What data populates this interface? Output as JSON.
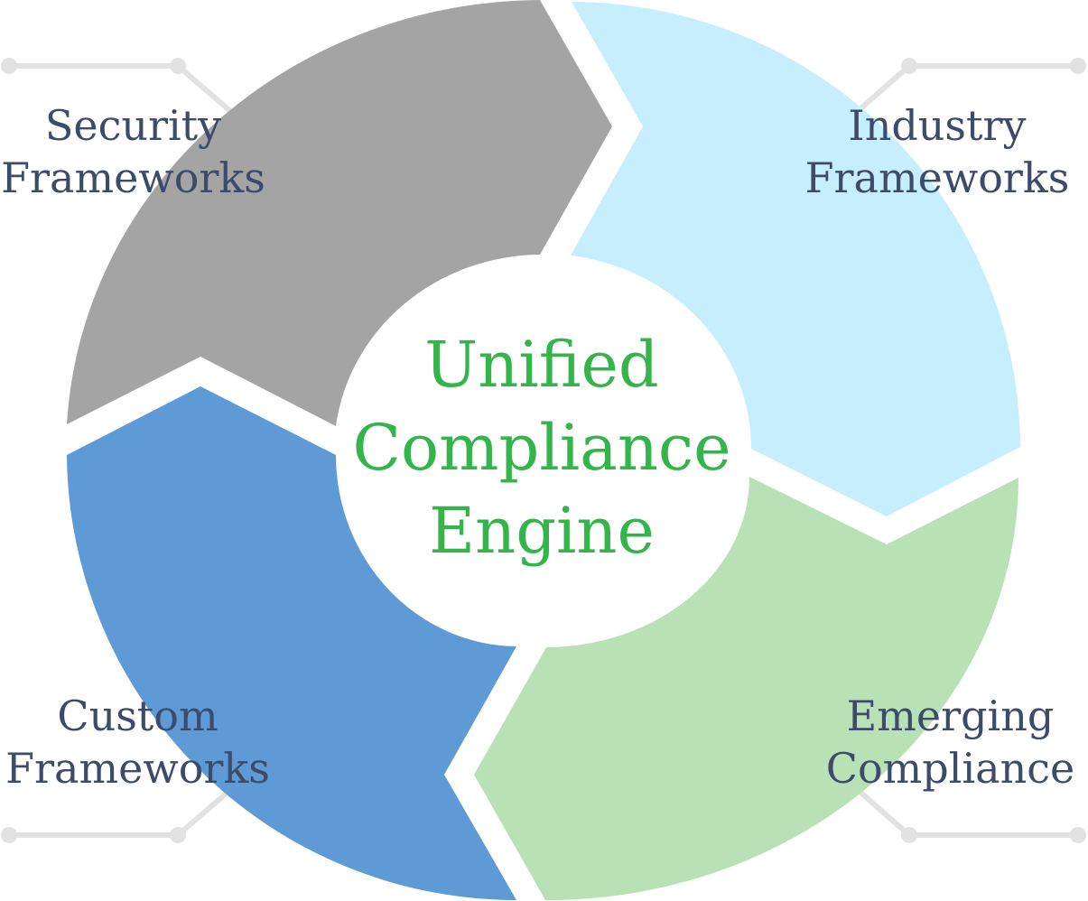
{
  "center": {
    "lines": [
      "Unified",
      "Compliance",
      "Engine"
    ],
    "color": "#33b54a"
  },
  "segments": [
    {
      "id": "security",
      "lines": [
        "Security",
        "Frameworks"
      ],
      "color": "#a4a4a4"
    },
    {
      "id": "industry",
      "lines": [
        "Industry",
        "Frameworks"
      ],
      "color": "#c6eefd"
    },
    {
      "id": "emerging",
      "lines": [
        "Emerging",
        "Compliance"
      ],
      "color": "#b8e1b6"
    },
    {
      "id": "custom",
      "lines": [
        "Custom",
        "Frameworks"
      ],
      "color": "#5e9ad5"
    }
  ],
  "colors": {
    "label_text": "#3d4b6b",
    "connector": "#e2e2e2"
  }
}
